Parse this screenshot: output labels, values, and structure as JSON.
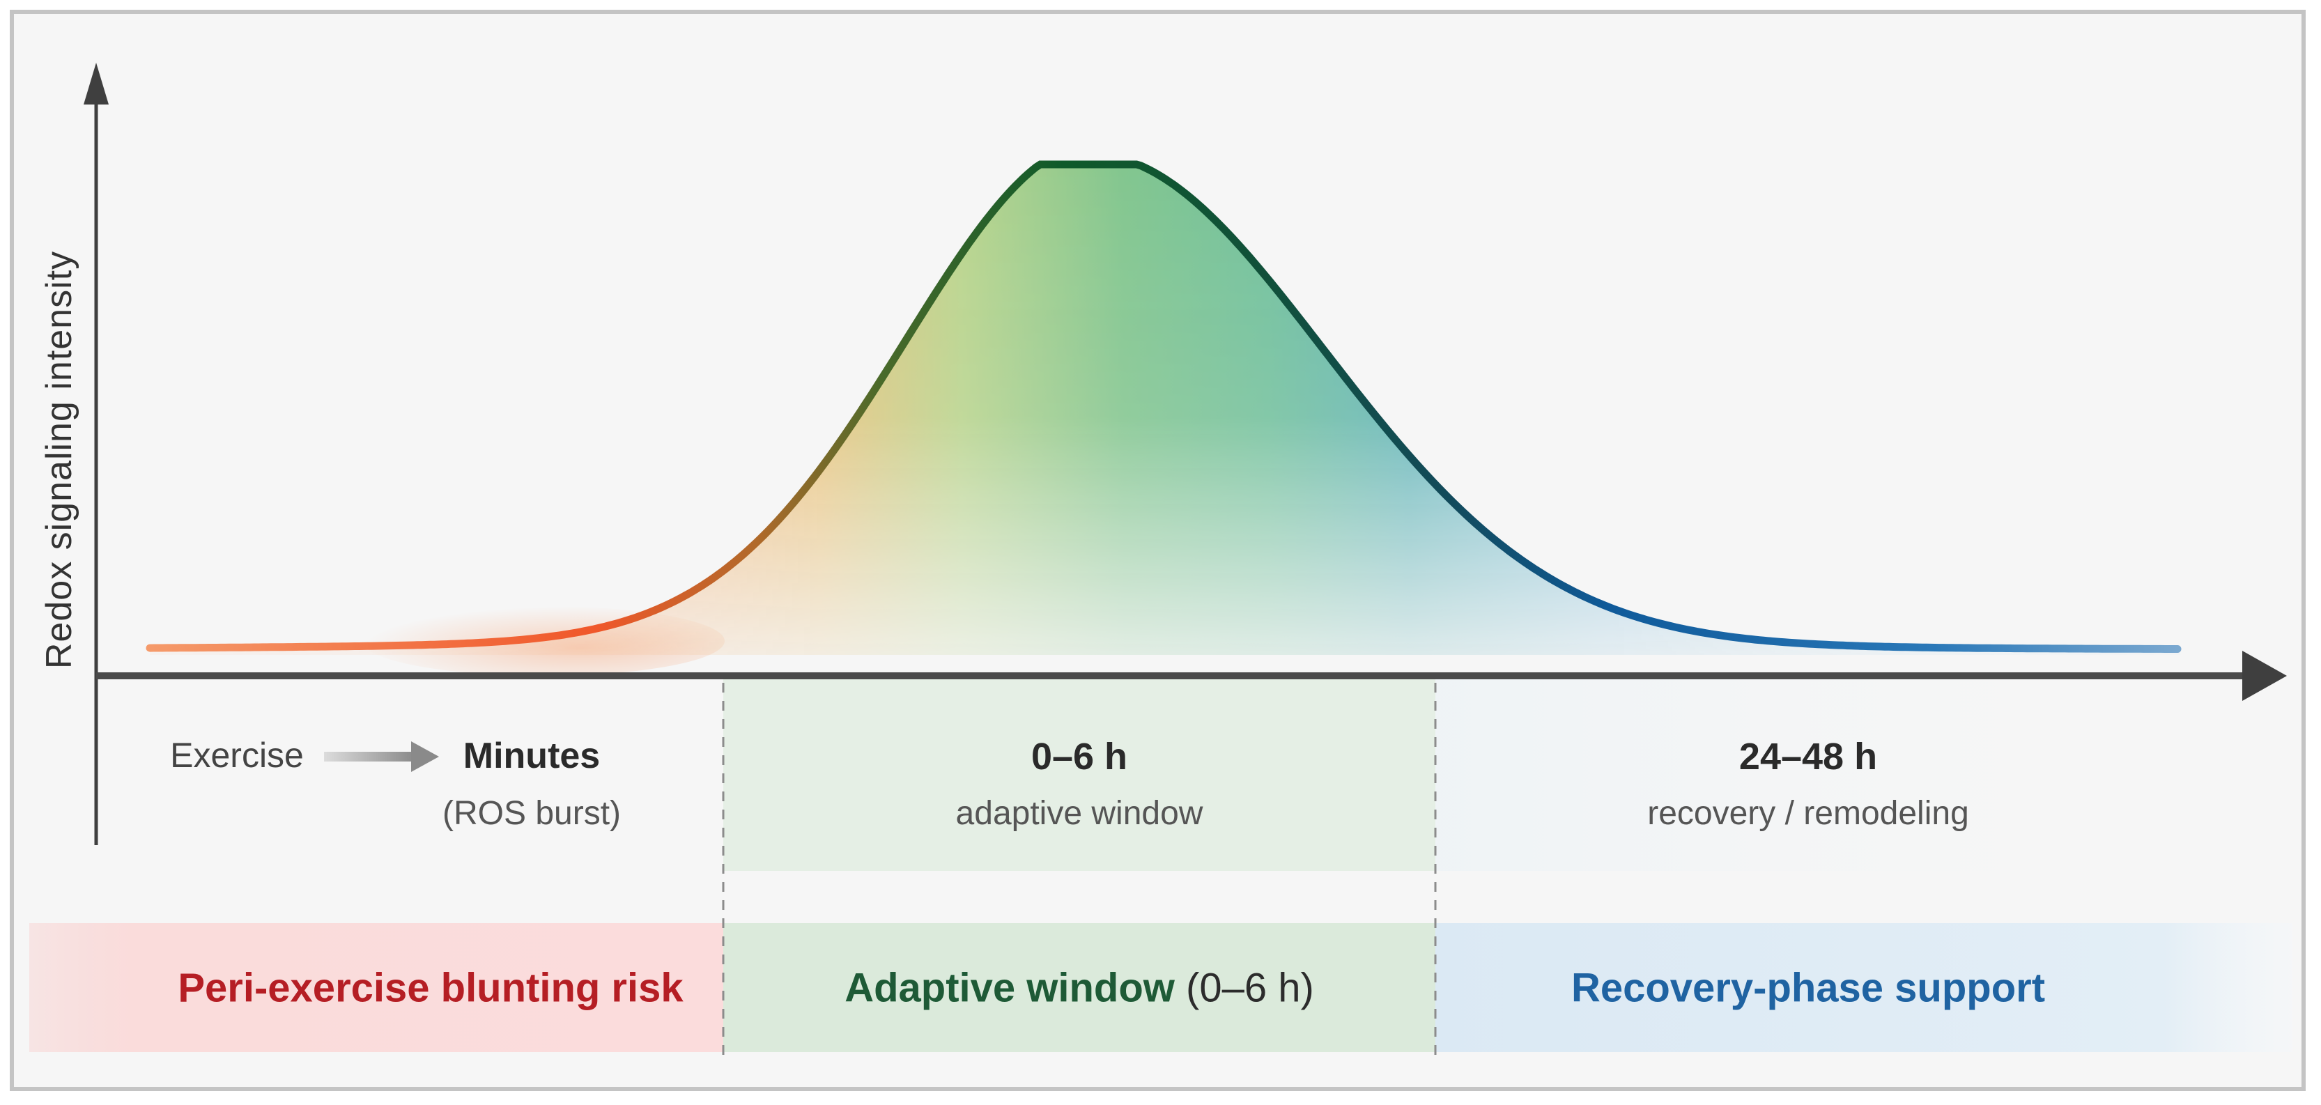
{
  "axes": {
    "y_label": "Redox signaling intensity"
  },
  "timeline": {
    "exercise": "Exercise",
    "minutes": "Minutes",
    "ros_burst": "(ROS burst)",
    "window_0_6_time": "0–6 h",
    "window_0_6_desc": "adaptive window",
    "window_24_48_time": "24–48 h",
    "window_24_48_desc": "recovery / remodeling"
  },
  "phases": {
    "peri_exercise": "Peri-exercise blunting risk",
    "adaptive_bold": "Adaptive window",
    "adaptive_sub": "(0–6 h)",
    "recovery": "Recovery-phase support"
  },
  "colors": {
    "red": "#b51e24",
    "green": "#1e5a36",
    "blue": "#1f63a2",
    "curve_orange": "#f0572a",
    "curve_green": "#0f5a2a",
    "curve_blue": "#0f5a9a",
    "axis": "#3f3f3f"
  },
  "icons": {
    "arrow": "right-arrow-icon",
    "axis_arrows": "axis-arrowhead-icon"
  }
}
